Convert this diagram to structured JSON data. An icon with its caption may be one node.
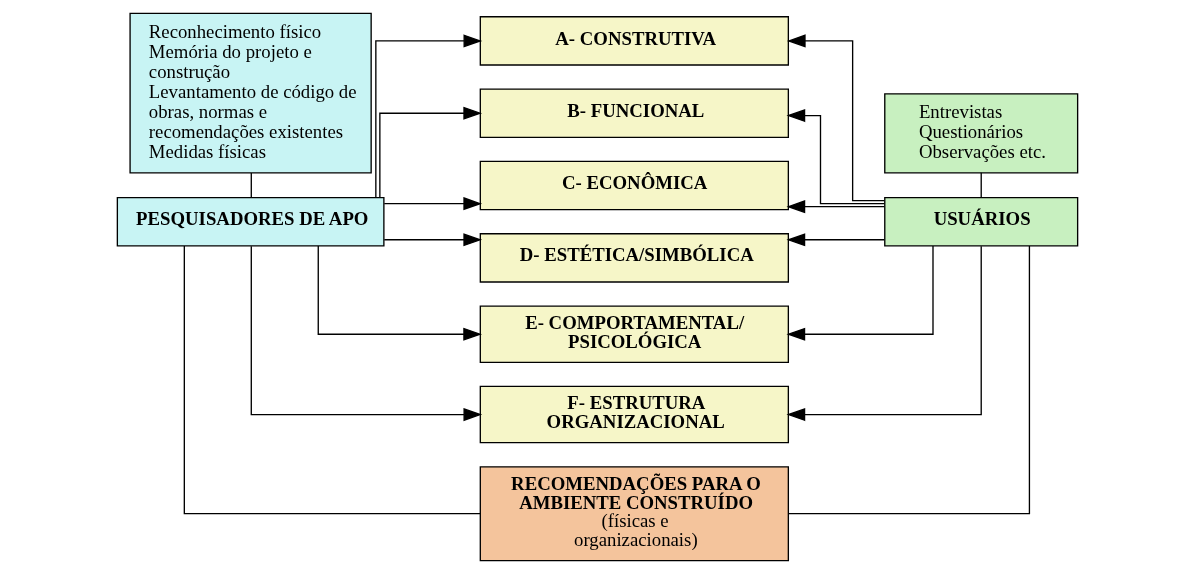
{
  "diagram": {
    "nodes": [
      {
        "text": [
          "Reconhecimento físico",
          "Memória do projeto e construção",
          "Levantamento de código de obras, normas e recomendações existentes",
          "Medidas físicas"
        ]
      },
      {
        "text": [
          "PESQUISADORES DE APO"
        ]
      },
      {
        "text": [
          "A- CONSTRUTIVA"
        ]
      },
      {
        "text": [
          "B- FUNCIONAL"
        ]
      },
      {
        "text": [
          "C- ECONÔMICA"
        ]
      },
      {
        "text": [
          "D- ESTÉTICA/SIMBÓLICA"
        ]
      },
      {
        "text": [
          "E- COMPORTAMENTAL/ PSICOLÓGICA"
        ]
      },
      {
        "text": [
          "F- ESTRUTURA ORGANIZACIONAL"
        ]
      },
      {
        "text": [
          "Entrevistas",
          "Questionários",
          "Observações etc."
        ]
      },
      {
        "text": [
          "USUÁRIOS"
        ]
      },
      {
        "text": [
          "RECOMENDAÇÕES PARA O AMBIENTE CONSTRUÍDO",
          "(físicas e organizacionais)"
        ]
      }
    ],
    "edges": [
      {
        "from": 0,
        "to": 1,
        "arrow": "none"
      },
      {
        "from": 1,
        "to": 2,
        "arrow": "to"
      },
      {
        "from": 1,
        "to": 3,
        "arrow": "to"
      },
      {
        "from": 1,
        "to": 4,
        "arrow": "to"
      },
      {
        "from": 1,
        "to": 5,
        "arrow": "to"
      },
      {
        "from": 1,
        "to": 6,
        "arrow": "to"
      },
      {
        "from": 1,
        "to": 7,
        "arrow": "to"
      },
      {
        "from": 8,
        "to": 9,
        "arrow": "none"
      },
      {
        "from": 9,
        "to": 2,
        "arrow": "to"
      },
      {
        "from": 9,
        "to": 3,
        "arrow": "to"
      },
      {
        "from": 9,
        "to": 4,
        "arrow": "to"
      },
      {
        "from": 9,
        "to": 5,
        "arrow": "to"
      },
      {
        "from": 9,
        "to": 6,
        "arrow": "to"
      },
      {
        "from": 9,
        "to": 7,
        "arrow": "to"
      },
      {
        "from": 1,
        "to": 10,
        "arrow": "none"
      },
      {
        "from": 9,
        "to": 10,
        "arrow": "none"
      }
    ]
  }
}
